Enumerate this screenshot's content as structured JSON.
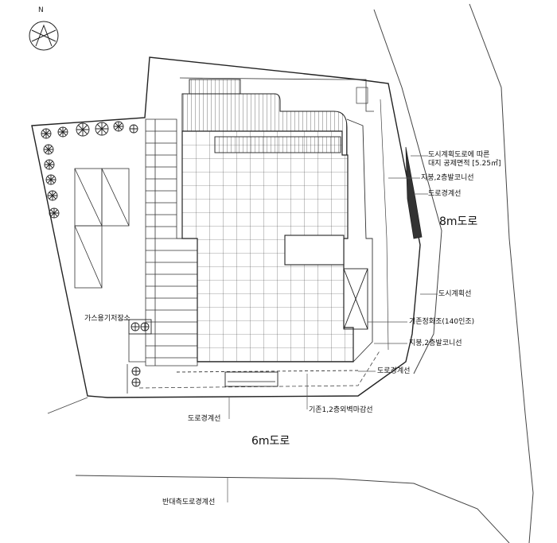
{
  "north_label": "N",
  "roads": {
    "east_road": "8m도로",
    "south_road": "6m도로"
  },
  "labels": {
    "urban_plan_deduction_line1": "도시계획도로에 따른",
    "urban_plan_deduction_line2": "대지 공제면적 [5.25㎡]",
    "roof_balcony_upper": "지붕,2층발코니선",
    "road_boundary_east": "도로경계선",
    "urban_plan_line": "도시계획선",
    "existing_septic": "기존정화조(140인조)",
    "roof_balcony_lower": "지붕,2층발코니선",
    "road_boundary_southeast": "도로경계선",
    "gas_storage": "가스용기저장소",
    "road_boundary_south": "도로경계선",
    "existing_wall_line": "기존1,2층외벽마감선",
    "opposite_road_boundary": "반대측도로경계선"
  }
}
